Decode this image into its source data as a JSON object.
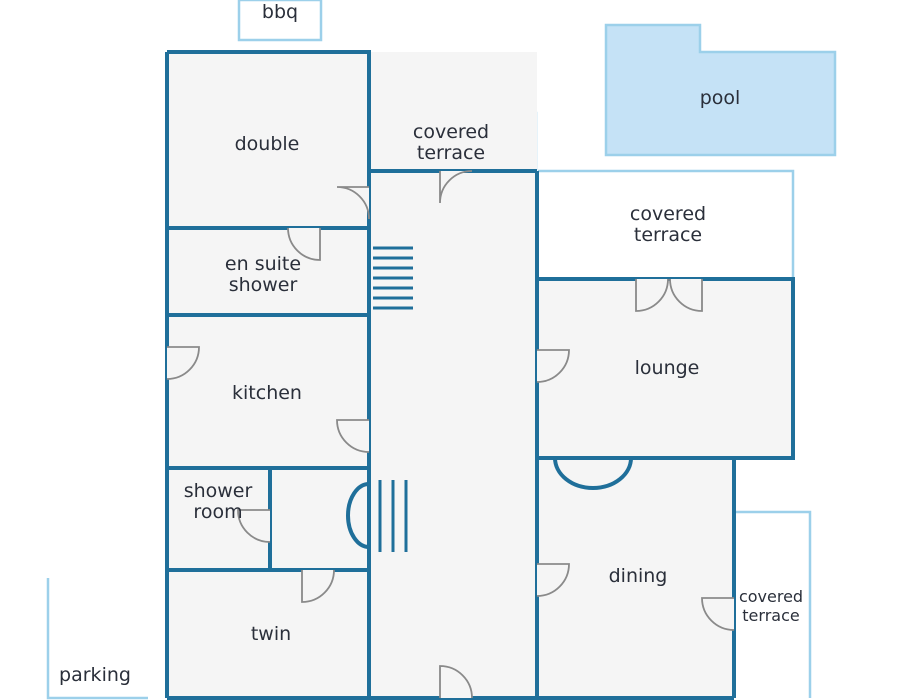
{
  "rooms": {
    "bbq": "bbq",
    "pool": "pool",
    "double": "double",
    "covered_terrace_top_line1": "covered",
    "covered_terrace_top_line2": "terrace",
    "covered_terrace_right_line1": "covered",
    "covered_terrace_right_line2": "terrace",
    "en_suite_line1": "en suite",
    "en_suite_line2": "shower",
    "kitchen": "kitchen",
    "lounge": "lounge",
    "shower_room_line1": "shower",
    "shower_room_line2": "room",
    "dining": "dining",
    "covered_terrace_side_line1": "covered",
    "covered_terrace_side_line2": "terrace",
    "twin": "twin",
    "parking": "parking"
  },
  "colors": {
    "wall": "#1f6f9a",
    "exterior_outline": "#9cd0ea",
    "pool_fill": "#c5e2f6",
    "floor_fill": "#f5f5f5",
    "door": "#8a8a8a"
  }
}
